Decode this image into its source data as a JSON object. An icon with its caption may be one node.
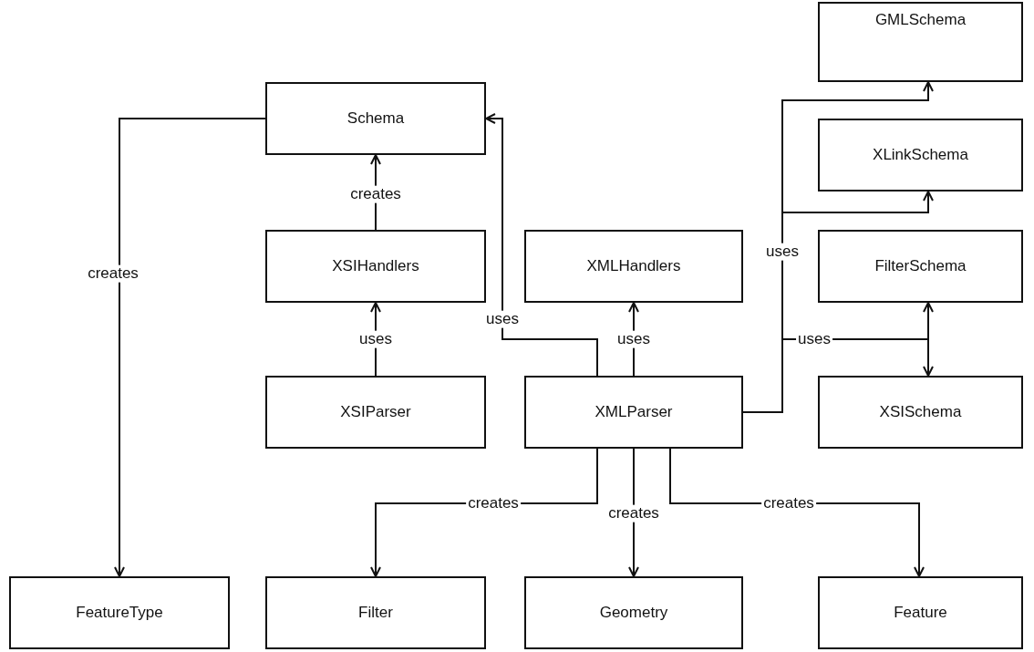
{
  "diagram": {
    "nodes": [
      {
        "text": [
          "GMLSchema"
        ]
      },
      {
        "text": [
          "Schema"
        ]
      },
      {
        "text": [
          "XLinkSchema"
        ]
      },
      {
        "text": [
          "XSIHandlers"
        ]
      },
      {
        "text": [
          "XMLHandlers"
        ]
      },
      {
        "text": [
          "FilterSchema"
        ]
      },
      {
        "text": [
          "XSIParser"
        ]
      },
      {
        "text": [
          "XMLParser"
        ]
      },
      {
        "text": [
          "XSISchema"
        ]
      },
      {
        "text": [
          "FeatureType"
        ]
      },
      {
        "text": [
          "Filter"
        ]
      },
      {
        "text": [
          "Geometry"
        ]
      },
      {
        "text": [
          "Feature"
        ]
      }
    ],
    "edges": [
      {
        "from": 1,
        "to": 9,
        "arrow": "to",
        "label": "creates"
      },
      {
        "from": 3,
        "to": 1,
        "arrow": "to",
        "label": "creates"
      },
      {
        "from": 6,
        "to": 3,
        "arrow": "to",
        "label": "uses"
      },
      {
        "from": 7,
        "to": 1,
        "arrow": "to",
        "label": "uses"
      },
      {
        "from": 7,
        "to": 4,
        "arrow": "to",
        "label": "uses"
      },
      {
        "from": 7,
        "to": 0,
        "arrow": "to",
        "label": "uses"
      },
      {
        "from": 7,
        "to": 2,
        "arrow": "to"
      },
      {
        "from": 7,
        "to": 5,
        "arrow": "to",
        "label": "uses"
      },
      {
        "from": 7,
        "to": 8,
        "arrow": "to"
      },
      {
        "from": 7,
        "to": 10,
        "arrow": "to",
        "label": "creates"
      },
      {
        "from": 7,
        "to": 11,
        "arrow": "to",
        "label": "creates"
      },
      {
        "from": 7,
        "to": 12,
        "arrow": "to",
        "label": "creates"
      }
    ]
  }
}
